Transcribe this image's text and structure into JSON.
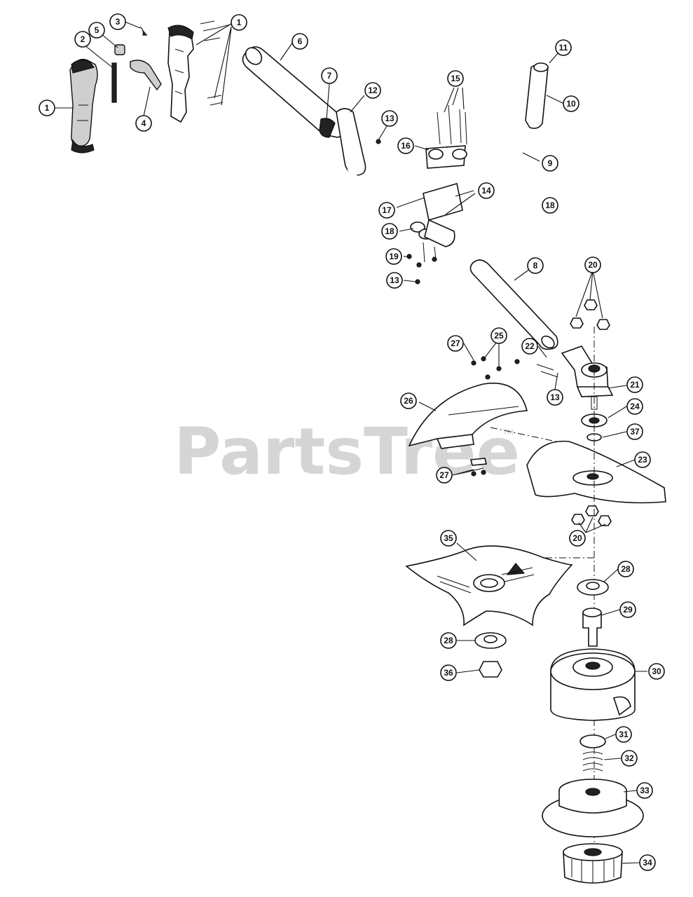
{
  "watermark": {
    "text": "PartsTree",
    "trademark": "TM"
  },
  "callouts": [
    {
      "id": "c1a",
      "label": "1"
    },
    {
      "id": "c1b",
      "label": "1"
    },
    {
      "id": "c2",
      "label": "2"
    },
    {
      "id": "c3",
      "label": "3"
    },
    {
      "id": "c4",
      "label": "4"
    },
    {
      "id": "c5",
      "label": "5"
    },
    {
      "id": "c6",
      "label": "6"
    },
    {
      "id": "c7",
      "label": "7"
    },
    {
      "id": "c8",
      "label": "8"
    },
    {
      "id": "c9",
      "label": "9"
    },
    {
      "id": "c10",
      "label": "10"
    },
    {
      "id": "c11",
      "label": "11"
    },
    {
      "id": "c12",
      "label": "12"
    },
    {
      "id": "c13a",
      "label": "13"
    },
    {
      "id": "c13b",
      "label": "13"
    },
    {
      "id": "c13c",
      "label": "13"
    },
    {
      "id": "c14",
      "label": "14"
    },
    {
      "id": "c15",
      "label": "15"
    },
    {
      "id": "c16",
      "label": "16"
    },
    {
      "id": "c17",
      "label": "17"
    },
    {
      "id": "c18a",
      "label": "18"
    },
    {
      "id": "c18b",
      "label": "18"
    },
    {
      "id": "c19",
      "label": "19"
    },
    {
      "id": "c20a",
      "label": "20"
    },
    {
      "id": "c20b",
      "label": "20"
    },
    {
      "id": "c21",
      "label": "21"
    },
    {
      "id": "c22",
      "label": "22"
    },
    {
      "id": "c23",
      "label": "23"
    },
    {
      "id": "c24",
      "label": "24"
    },
    {
      "id": "c25",
      "label": "25"
    },
    {
      "id": "c26",
      "label": "26"
    },
    {
      "id": "c27a",
      "label": "27"
    },
    {
      "id": "c27b",
      "label": "27"
    },
    {
      "id": "c28a",
      "label": "28"
    },
    {
      "id": "c28b",
      "label": "28"
    },
    {
      "id": "c29",
      "label": "29"
    },
    {
      "id": "c30",
      "label": "30"
    },
    {
      "id": "c31",
      "label": "31"
    },
    {
      "id": "c32",
      "label": "32"
    },
    {
      "id": "c33",
      "label": "33"
    },
    {
      "id": "c34",
      "label": "34"
    },
    {
      "id": "c35",
      "label": "35"
    },
    {
      "id": "c36",
      "label": "36"
    },
    {
      "id": "c37",
      "label": "37"
    }
  ]
}
